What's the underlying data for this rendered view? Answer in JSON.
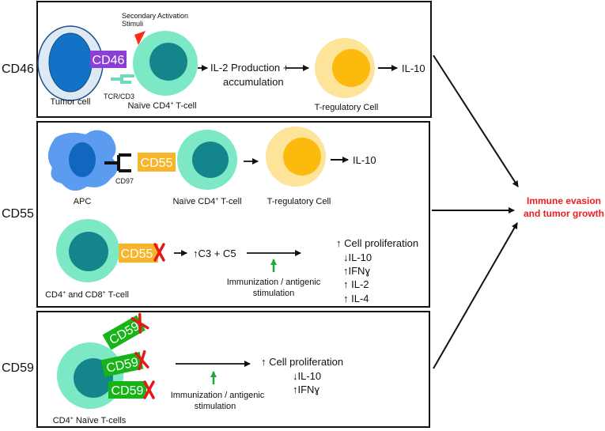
{
  "panels": {
    "cd46": {
      "row_label": "CD46",
      "receptor_label": "CD46",
      "stimuli_label_line1": "Secondary Activation",
      "stimuli_label_line2": "Stimuli",
      "tumor_cell_label": "Tumor cell",
      "tcr_label": "TCR/CD3",
      "tcell_label_pre": "Naïve CD4",
      "tcell_label_sup": "+",
      "tcell_label_post": " T-cell",
      "step1_line1": "IL-2 Production +",
      "step1_line2": "accumulation",
      "treg_label": "T-regulatory Cell",
      "output": "IL-10"
    },
    "cd55": {
      "row_label": "CD55",
      "apc_label": "APC",
      "cd97_label": "CD97",
      "receptor_label": "CD55",
      "tcell_label_pre": "Naïve CD4",
      "tcell_label_sup": "+",
      "tcell_label_post": " T-cell",
      "treg_label": "T-regulatory Cell",
      "output": "IL-10",
      "knockout": {
        "receptor_label": "CD55",
        "tcell_label_a": "CD4",
        "tcell_label_sup_a": "+",
        "tcell_label_b": " and CD8",
        "tcell_label_sup_b": "+",
        "tcell_label_c": " T-cell",
        "complement_label": "↑C3 + C5",
        "immunization_line1": "Immunization / antigenic",
        "immunization_line2": "stimulation",
        "effects": [
          "↑ Cell proliferation",
          "↓IL-10",
          "↑IFNɣ",
          "↑ IL-2",
          "↑ IL-4"
        ]
      }
    },
    "cd59": {
      "row_label": "CD59",
      "receptor_labels": [
        "CD59",
        "CD59",
        "CD59"
      ],
      "tcell_label_pre": "CD4",
      "tcell_label_sup": "+",
      "tcell_label_post": " Naïve T-cells",
      "immunization_line1": "Immunization / antigenic",
      "immunization_line2": "stimulation",
      "effects": [
        "↑ Cell proliferation",
        "↓IL-10",
        "↑IFNɣ"
      ]
    }
  },
  "outcome": {
    "line1": "Immune evasion",
    "line2": "and tumor growth"
  },
  "colors": {
    "outcome_text": "#ee1c1c",
    "cd46_box": "#8b3fd6",
    "cd55_box": "#f7b52c",
    "cd59_box": "#16b416",
    "tcell_outer": "#7de8c6",
    "tcell_nucleus": "#14858a",
    "treg_outer": "#fde49a",
    "treg_nucleus": "#fbba0c",
    "tumor_outer": "#dde9f5",
    "tumor_nucleus": "#1273c6",
    "apc_body": "#5b9bf0",
    "knockout_x": "#e61919",
    "green_arrow": "#20a83c",
    "tcr_receptor": "#6fd9bd"
  }
}
